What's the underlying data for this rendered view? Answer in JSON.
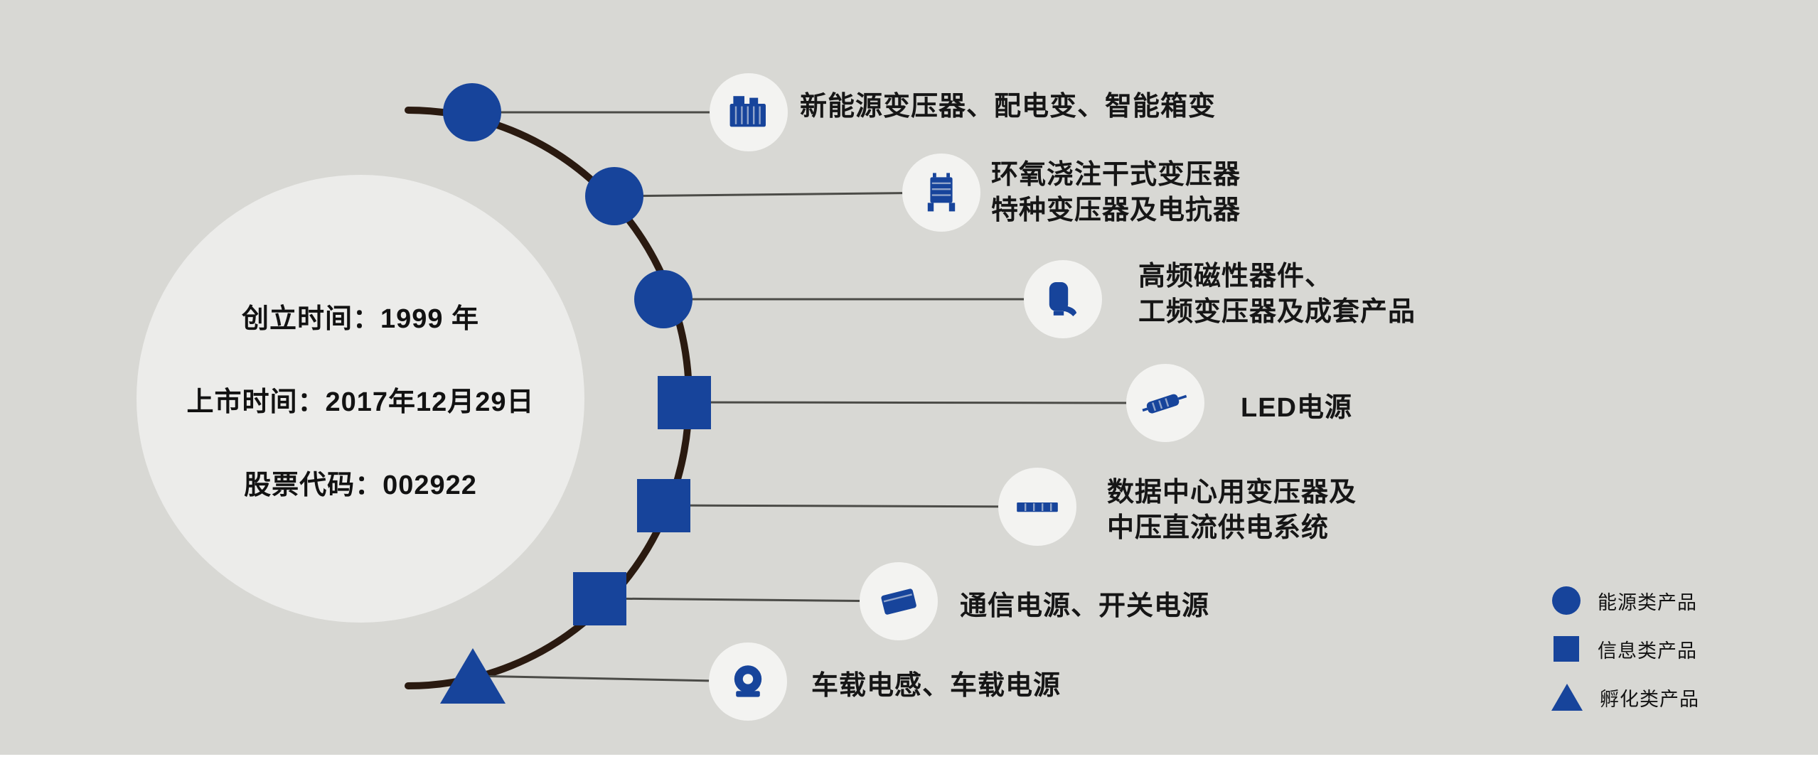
{
  "colors": {
    "background": "#d8d8d4",
    "accent_blue": "#17449b",
    "arc": "#2a1a10",
    "line": "#4b4b47",
    "panel": "#ececea"
  },
  "info_circle": {
    "line1": "创立时间：1999 年",
    "line2": "上市时间：2017年12月29日",
    "line3": "股票代码：002922"
  },
  "timeline": {
    "items": [
      {
        "marker": "circle",
        "icon": "new-energy-transformer-icon",
        "lines": [
          "新能源变压器、配电变、智能箱变"
        ]
      },
      {
        "marker": "circle",
        "icon": "dry-type-transformer-icon",
        "lines": [
          "环氧浇注干式变压器",
          "特种变压器及电抗器"
        ]
      },
      {
        "marker": "circle",
        "icon": "magnetic-device-icon",
        "lines": [
          "高频磁性器件、",
          "工频变压器及成套产品"
        ]
      },
      {
        "marker": "square",
        "icon": "led-power-icon",
        "lines": [
          "LED电源"
        ]
      },
      {
        "marker": "square",
        "icon": "data-center-power-icon",
        "lines": [
          "数据中心用变压器及",
          "中压直流供电系统"
        ]
      },
      {
        "marker": "square",
        "icon": "comm-power-icon",
        "lines": [
          "通信电源、开关电源"
        ]
      },
      {
        "marker": "triangle",
        "icon": "vehicle-inductor-icon",
        "lines": [
          "车载电感、车载电源"
        ]
      }
    ]
  },
  "legend": {
    "items": [
      {
        "marker": "circle",
        "label": "能源类产品"
      },
      {
        "marker": "square",
        "label": "信息类产品"
      },
      {
        "marker": "triangle",
        "label": "孵化类产品"
      }
    ]
  }
}
